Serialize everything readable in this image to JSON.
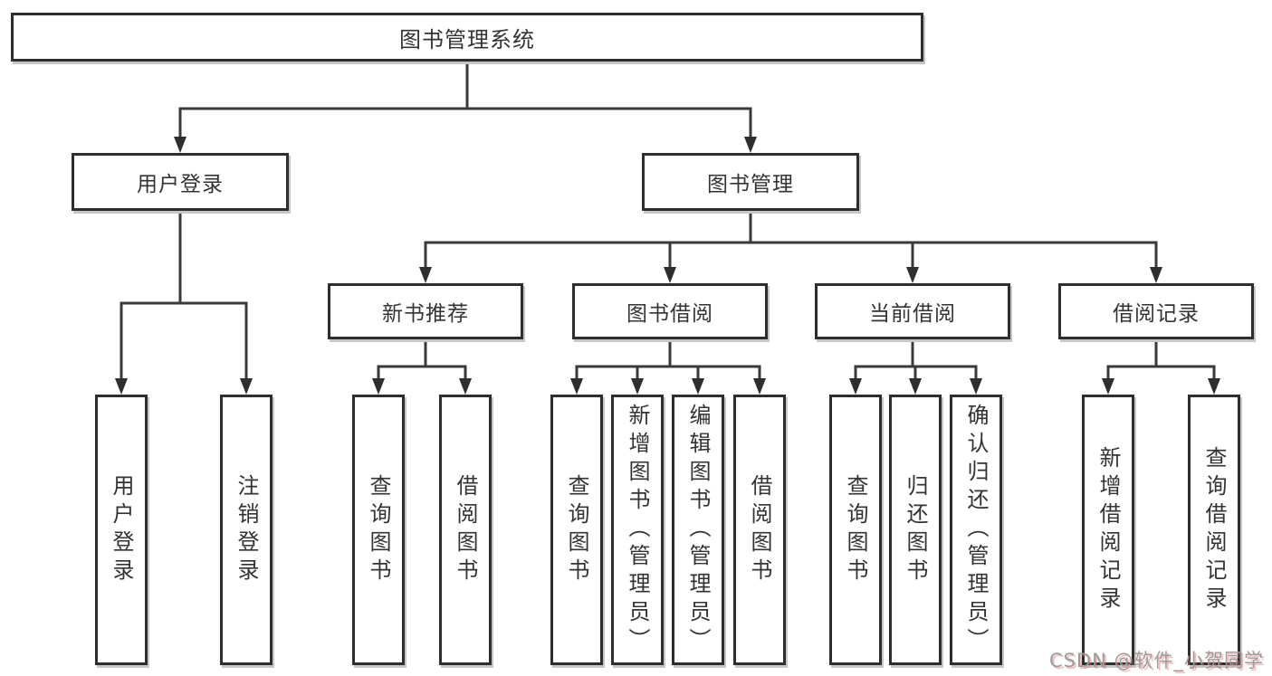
{
  "diagram": {
    "type": "hierarchy-tree",
    "orientation": "top-down",
    "colors": {
      "background": "#ffffff",
      "box_border": "#2e2e2e",
      "box_shadow": "#c6c6c6",
      "line": "#3a3a3a",
      "text": "#333333",
      "watermark_text": "#9b9b9b",
      "watermark_shadow": "#e06e6e"
    }
  },
  "tree": {
    "label": "图书管理系统",
    "children": [
      {
        "label": "用户登录",
        "children": [
          {
            "label": "用户登录"
          },
          {
            "label": "注销登录"
          }
        ]
      },
      {
        "label": "图书管理",
        "children": [
          {
            "label": "新书推荐",
            "children": [
              {
                "label": "查询图书"
              },
              {
                "label": "借阅图书"
              }
            ]
          },
          {
            "label": "图书借阅",
            "children": [
              {
                "label": "查询图书"
              },
              {
                "label": "新增图书（管理员）"
              },
              {
                "label": "编辑图书（管理员）"
              },
              {
                "label": "借阅图书"
              }
            ]
          },
          {
            "label": "当前借阅",
            "children": [
              {
                "label": "查询图书"
              },
              {
                "label": "归还图书"
              },
              {
                "label": "确认归还（管理员）"
              }
            ]
          },
          {
            "label": "借阅记录",
            "children": [
              {
                "label": "新增借阅记录"
              },
              {
                "label": "查询借阅记录"
              }
            ]
          }
        ]
      }
    ]
  },
  "watermark": {
    "text": "CSDN @软件_小贺同学"
  }
}
